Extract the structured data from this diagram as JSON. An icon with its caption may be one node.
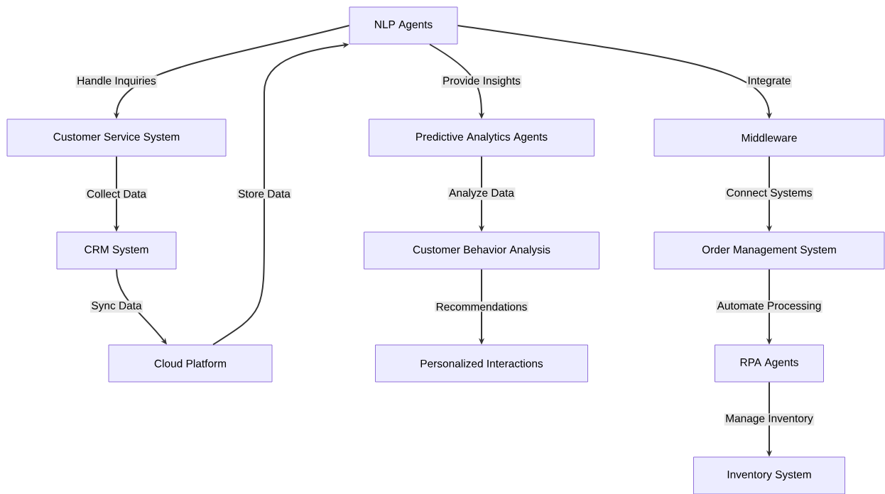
{
  "diagram": {
    "nodes": [
      {
        "text": [
          "NLP Agents"
        ]
      },
      {
        "text": [
          "Customer Service System"
        ]
      },
      {
        "text": [
          "CRM System"
        ]
      },
      {
        "text": [
          "Cloud Platform"
        ]
      },
      {
        "text": [
          "Predictive Analytics Agents"
        ]
      },
      {
        "text": [
          "Customer Behavior Analysis"
        ]
      },
      {
        "text": [
          "Personalized Interactions"
        ]
      },
      {
        "text": [
          "Middleware"
        ]
      },
      {
        "text": [
          "Order Management System"
        ]
      },
      {
        "text": [
          "RPA Agents"
        ]
      },
      {
        "text": [
          "Inventory System"
        ]
      }
    ],
    "edges": [
      {
        "from": 0,
        "to": 1,
        "arrow": "to",
        "label": "Handle Inquiries"
      },
      {
        "from": 1,
        "to": 2,
        "arrow": "to",
        "label": "Collect Data"
      },
      {
        "from": 2,
        "to": 3,
        "arrow": "to",
        "label": "Sync Data"
      },
      {
        "from": 3,
        "to": 0,
        "arrow": "to",
        "label": "Store Data"
      },
      {
        "from": 0,
        "to": 4,
        "arrow": "to",
        "label": "Provide Insights"
      },
      {
        "from": 4,
        "to": 5,
        "arrow": "to",
        "label": "Analyze Data"
      },
      {
        "from": 5,
        "to": 6,
        "arrow": "to",
        "label": "Recommendations"
      },
      {
        "from": 0,
        "to": 7,
        "arrow": "to",
        "label": "Integrate"
      },
      {
        "from": 7,
        "to": 8,
        "arrow": "to",
        "label": "Connect Systems"
      },
      {
        "from": 8,
        "to": 9,
        "arrow": "to",
        "label": "Automate Processing"
      },
      {
        "from": 9,
        "to": 10,
        "arrow": "to",
        "label": "Manage Inventory"
      }
    ]
  }
}
